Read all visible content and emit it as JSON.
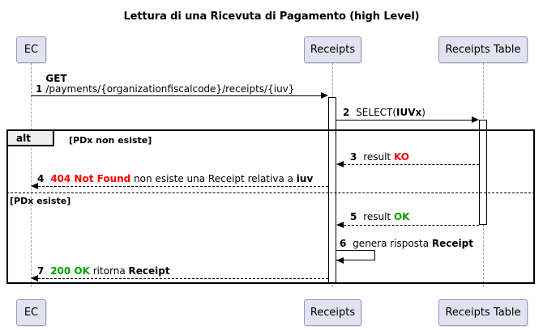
{
  "diagram": {
    "title": "Lettura di una Ricevuta di Pagamento (high Level)",
    "type": "uml-sequence-diagram",
    "colors": {
      "participant_fill": "#E2E2F0",
      "participant_border": "#9A9ABA",
      "error": "#FF0000",
      "success": "#00A000",
      "fragment_tab_fill": "#EEEEEE",
      "lifeline": "#A0A0A0"
    }
  },
  "participants": [
    {
      "id": "ec",
      "label": "EC"
    },
    {
      "id": "receipts",
      "label": "Receipts"
    },
    {
      "id": "receipts_table",
      "label": "Receipts Table"
    }
  ],
  "fragment": {
    "operator": "alt",
    "guard_1": "[PDx non esiste]",
    "guard_2": "[PDx esiste]"
  },
  "messages": [
    {
      "num": "1",
      "from": "ec",
      "to": "receipts",
      "style": "solid",
      "line1": "GET",
      "line2": "/payments/{organizationfiscalcode}/receipts/{iuv}"
    },
    {
      "num": "2",
      "from": "receipts",
      "to": "receipts_table",
      "style": "solid",
      "text_a": "SELECT(",
      "text_b": "IUVx",
      "text_c": ")"
    },
    {
      "num": "3",
      "from": "receipts_table",
      "to": "receipts",
      "style": "dashed",
      "text_a": "result ",
      "status": "KO"
    },
    {
      "num": "4",
      "from": "receipts",
      "to": "ec",
      "style": "dashed",
      "status": "404 Not Found",
      "text_a": " non esiste una Receipt relativa a ",
      "text_b": "iuv"
    },
    {
      "num": "5",
      "from": "receipts_table",
      "to": "receipts",
      "style": "dashed",
      "text_a": "result ",
      "status": "OK"
    },
    {
      "num": "6",
      "from": "receipts",
      "to": "receipts",
      "style": "self",
      "text_a": "genera risposta ",
      "text_b": "Receipt"
    },
    {
      "num": "7",
      "from": "receipts",
      "to": "ec",
      "style": "dashed",
      "status": "200 OK",
      "text_a": " ritorna ",
      "text_b": "Receipt"
    }
  ]
}
